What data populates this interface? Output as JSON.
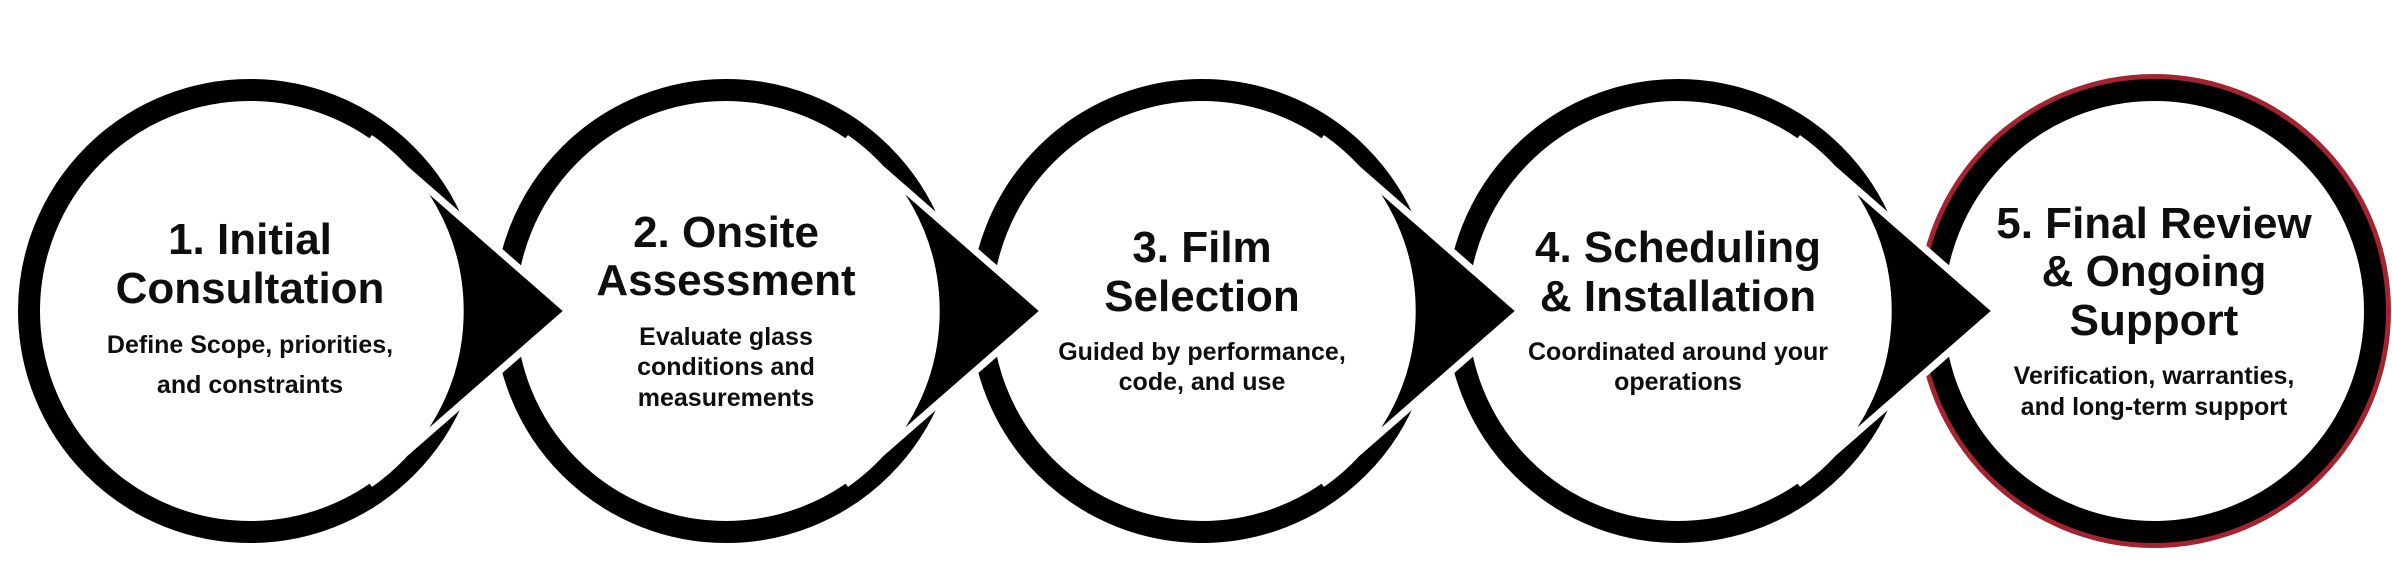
{
  "diagram": {
    "type": "process-flow",
    "step_count": 5,
    "steps": [
      {
        "title": "1. Initial\nConsultation",
        "subtitle": "Define Scope, priorities,\nand constraints",
        "highlighted": false
      },
      {
        "title": "2. Onsite\nAssessment",
        "subtitle": "Evaluate glass\nconditions and\nmeasurements",
        "highlighted": false
      },
      {
        "title": "3. Film\nSelection",
        "subtitle": "Guided by performance,\ncode, and use",
        "highlighted": false
      },
      {
        "title": "4. Scheduling\n& Installation",
        "subtitle": "Coordinated around your\noperations",
        "highlighted": false
      },
      {
        "title": "5. Final Review\n& Ongoing\nSupport",
        "subtitle": "Verification, warranties,\nand long-term support",
        "highlighted": true
      }
    ],
    "colors": {
      "circle_border": "#000000",
      "arrow": "#000000",
      "highlight_ring": "#A32430",
      "text": "#0E0E0E",
      "background": "#FFFFFF"
    }
  }
}
